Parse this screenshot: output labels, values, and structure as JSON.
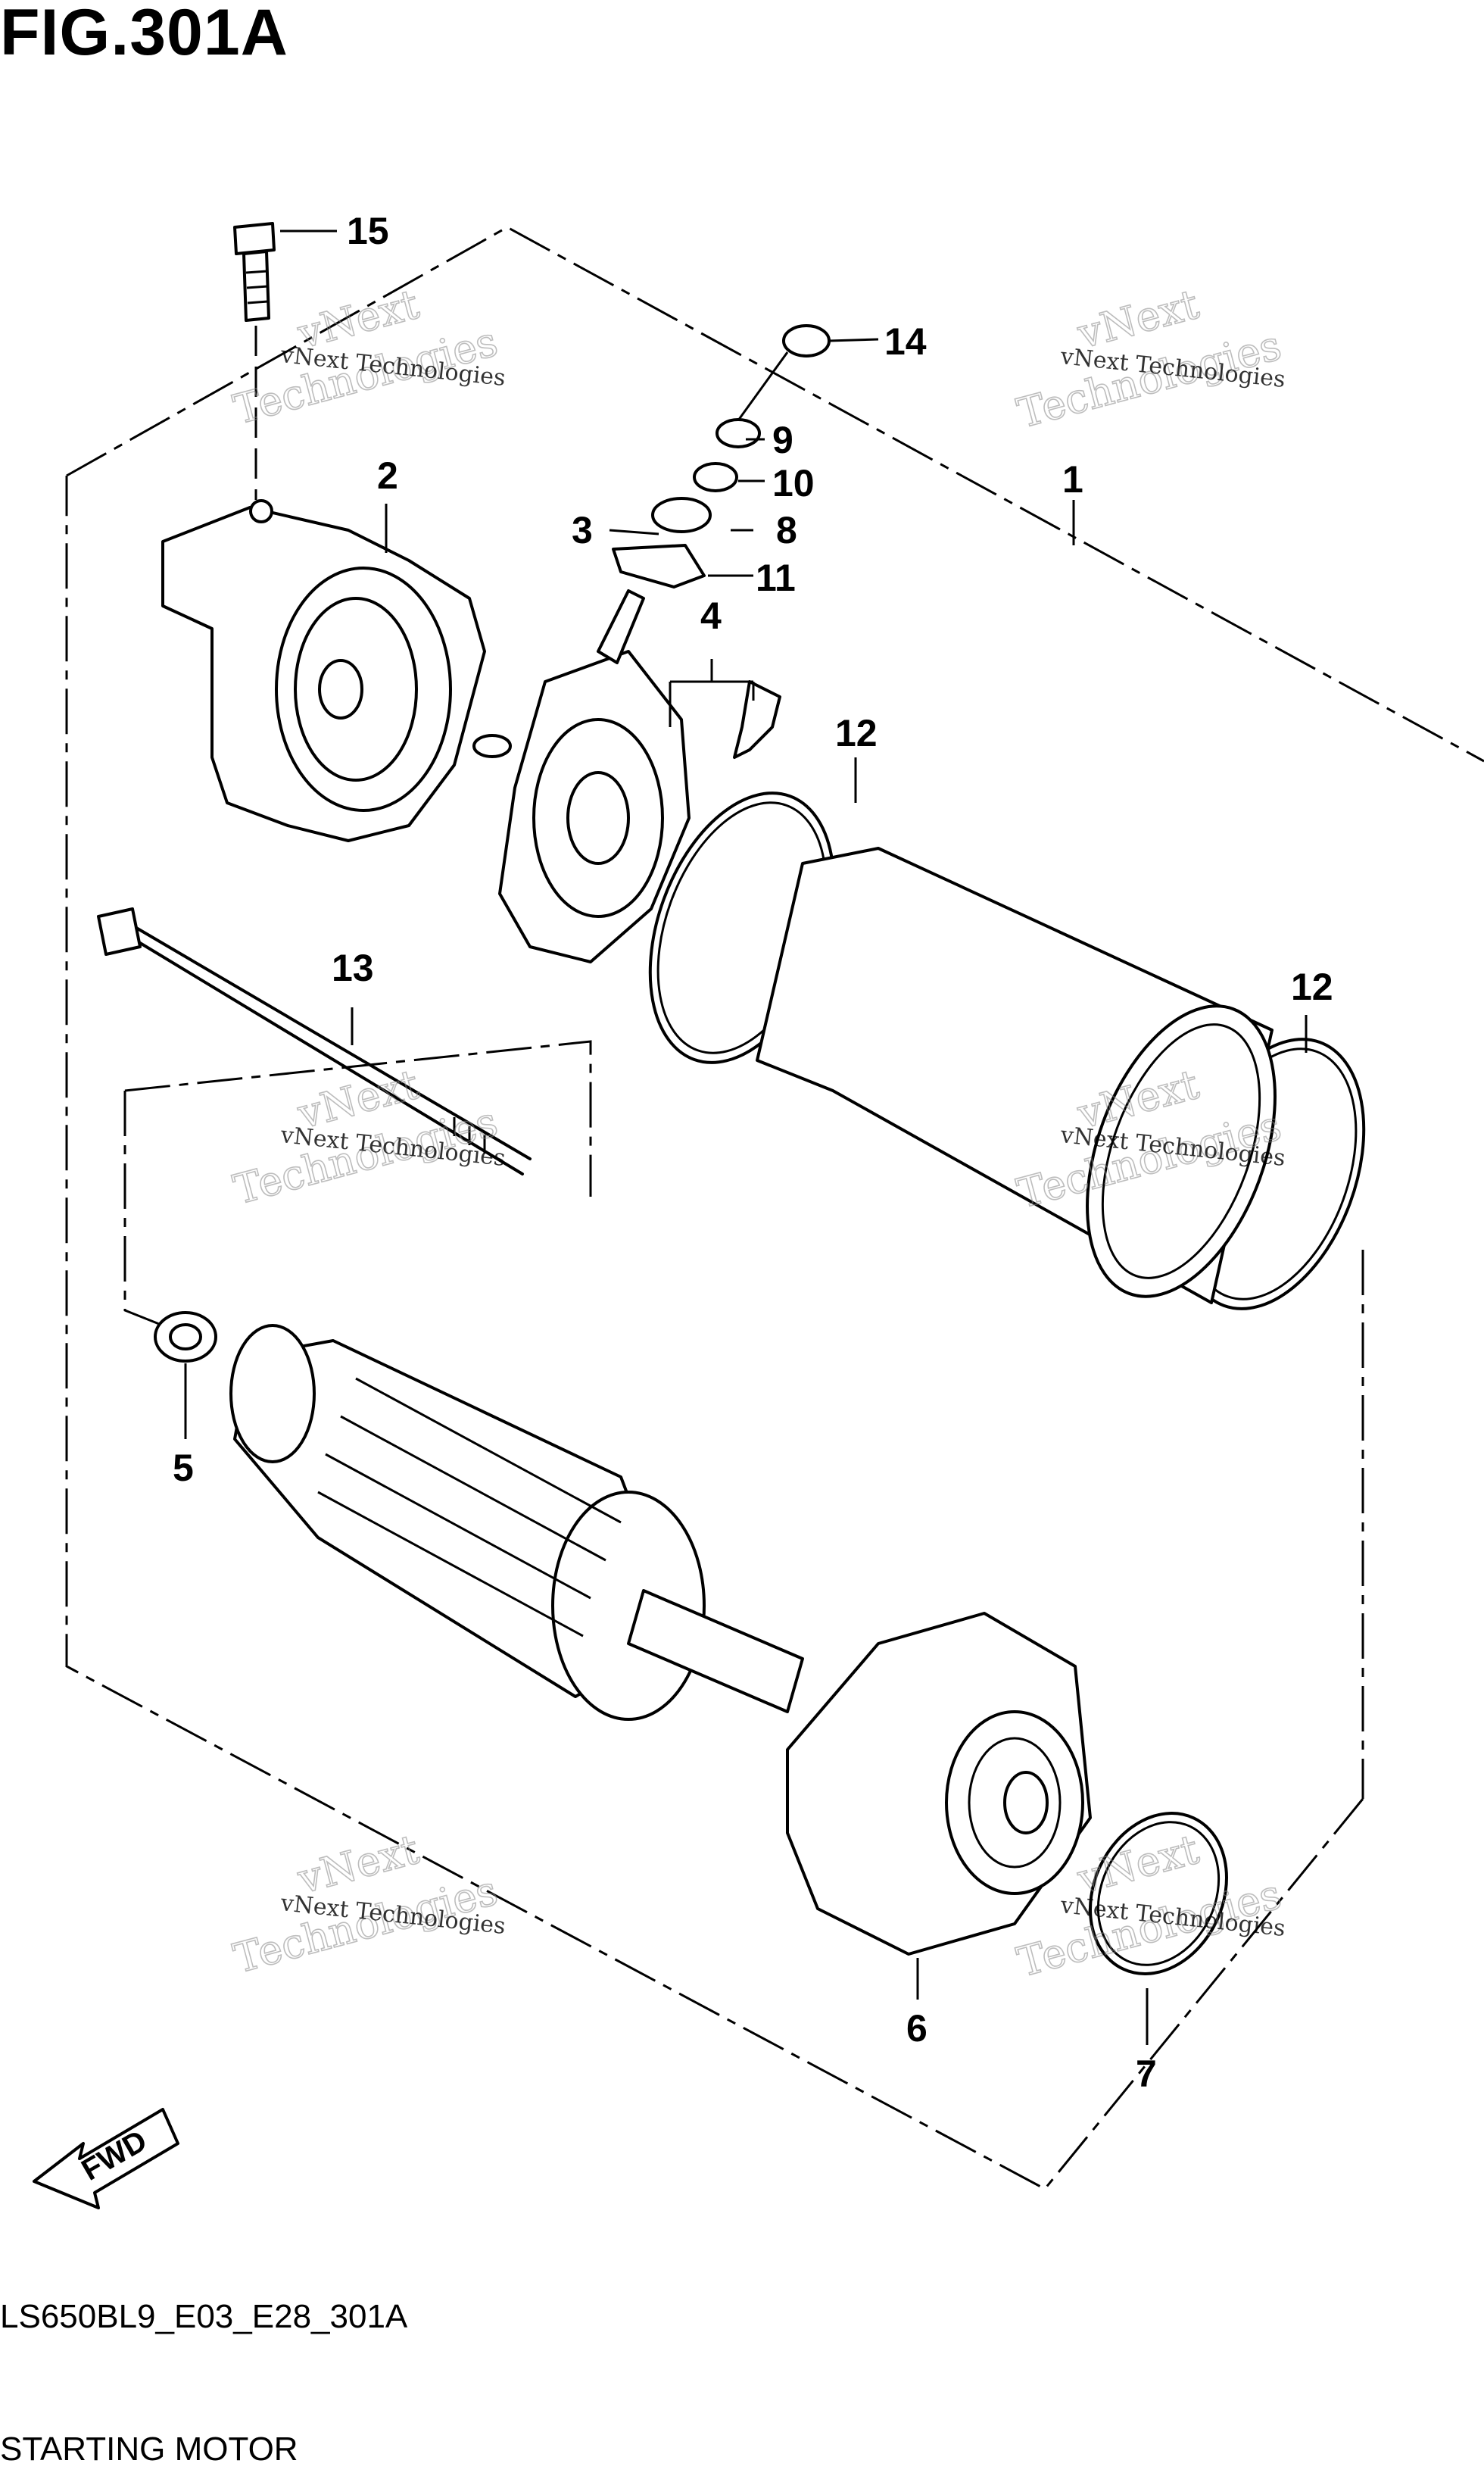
{
  "figure": {
    "title": "FIG.301A",
    "code": "LS650BL9_E03_E28_301A",
    "name": "STARTING MOTOR",
    "fwd_label": "FWD"
  },
  "callouts": [
    "1",
    "2",
    "3",
    "4",
    "5",
    "6",
    "7",
    "8",
    "9",
    "10",
    "11",
    "12",
    "12",
    "13",
    "14",
    "15"
  ],
  "watermark": {
    "line1": "vNext Technologies",
    "line2": "Technologies",
    "line3": "vNext"
  }
}
